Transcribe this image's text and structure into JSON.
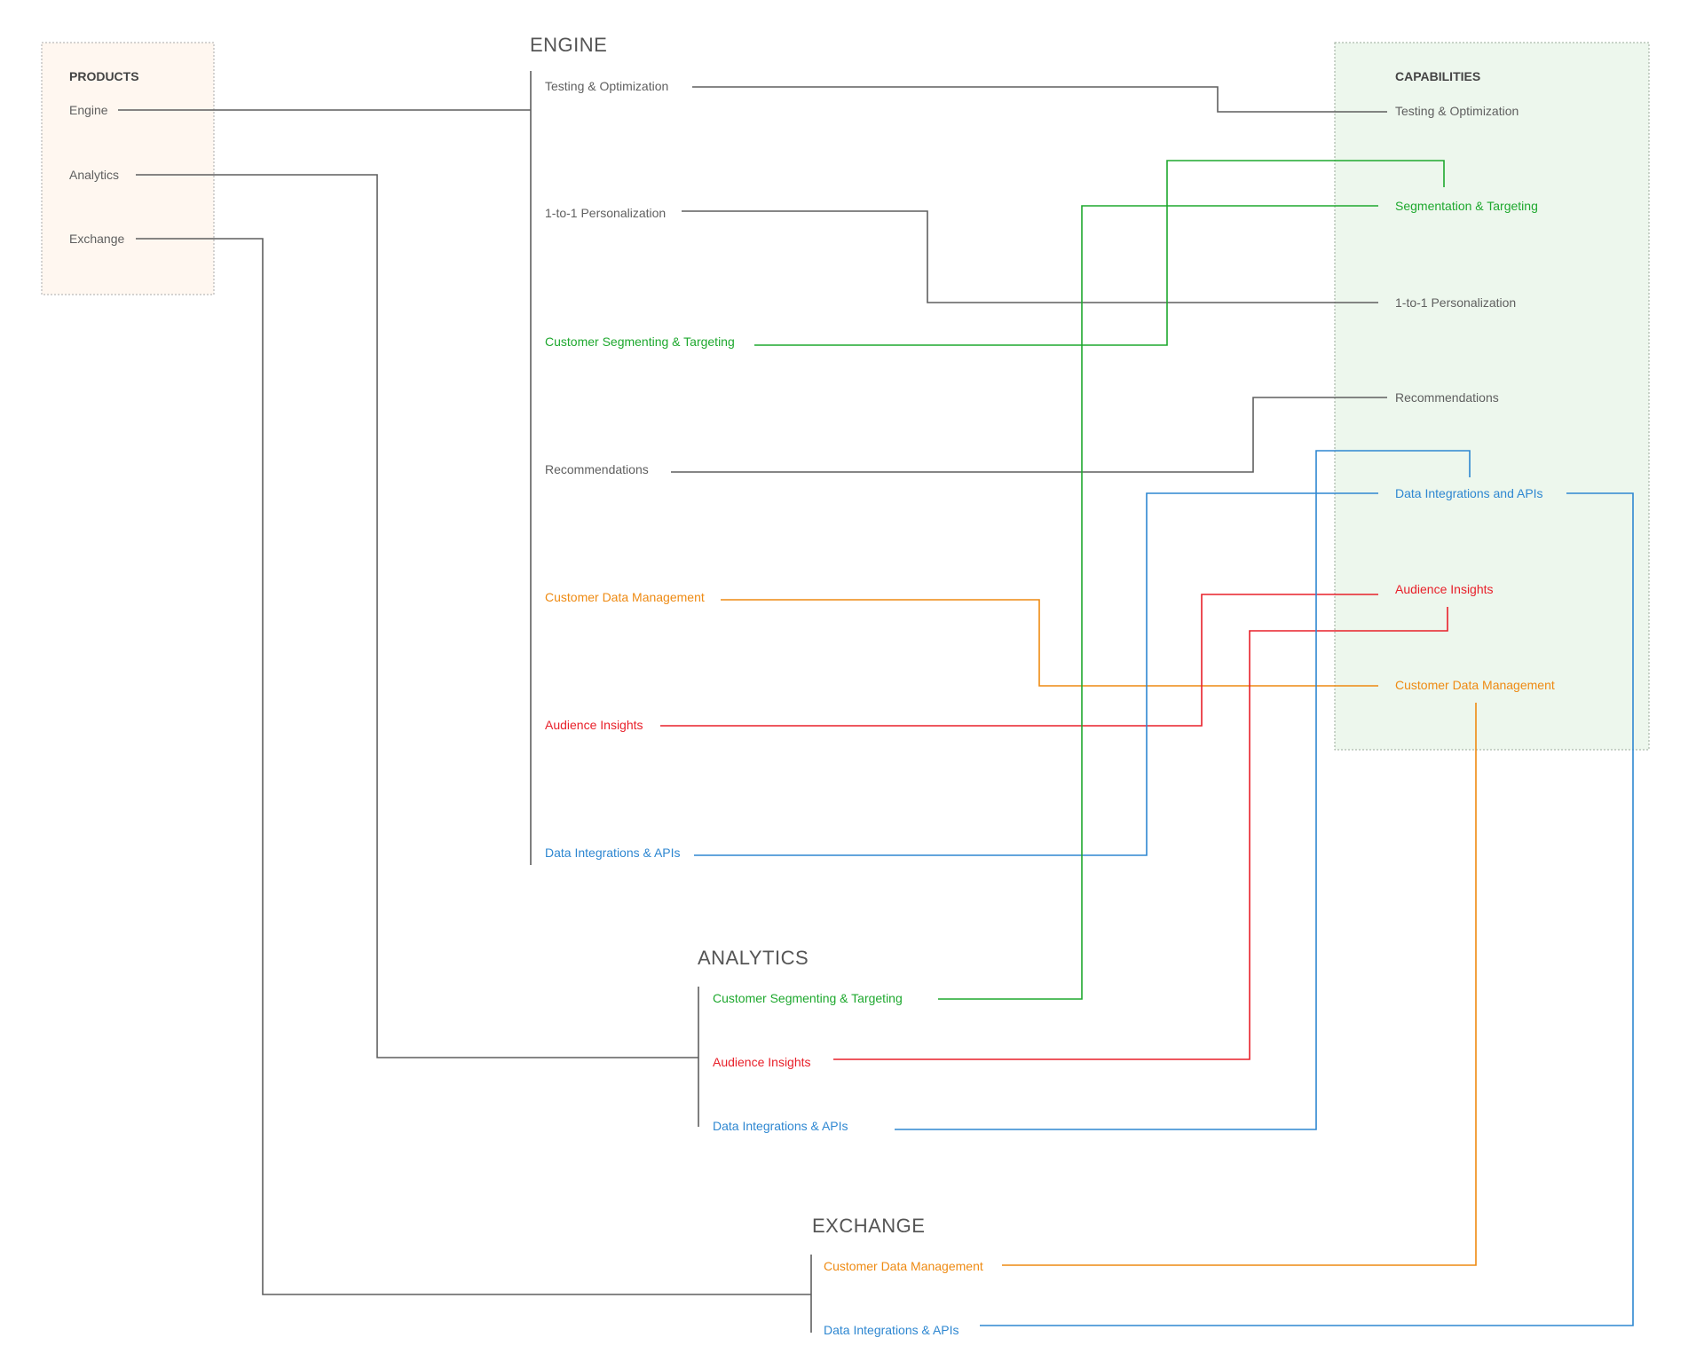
{
  "colors": {
    "grey": "#5f5f5f",
    "green": "#1ea82e",
    "orange": "#ee8a12",
    "red": "#e8202a",
    "blue": "#2e87d1",
    "products_fill": "#fff7f0",
    "capabilities_fill": "#edf7ed"
  },
  "products": {
    "title": "PRODUCTS",
    "items": [
      "Engine",
      "Analytics",
      "Exchange"
    ]
  },
  "capabilities": {
    "title": "CAPABILITIES",
    "items": [
      "Testing & Optimization",
      "Segmentation & Targeting",
      "1-to-1 Personalization",
      "Recommendations",
      "Data Integrations and APIs",
      "Audience Insights",
      "Customer Data Management"
    ]
  },
  "engine": {
    "title": "ENGINE",
    "items": [
      "Testing & Optimization",
      "1-to-1 Personalization",
      "Customer Segmenting & Targeting",
      "Recommendations",
      "Customer Data Management",
      "Audience Insights",
      "Data Integrations & APIs"
    ]
  },
  "analytics": {
    "title": "ANALYTICS",
    "items": [
      "Customer Segmenting & Targeting",
      "Audience Insights",
      "Data Integrations & APIs"
    ]
  },
  "exchange": {
    "title": "EXCHANGE",
    "items": [
      "Customer Data Management",
      "Data Integrations & APIs"
    ]
  }
}
